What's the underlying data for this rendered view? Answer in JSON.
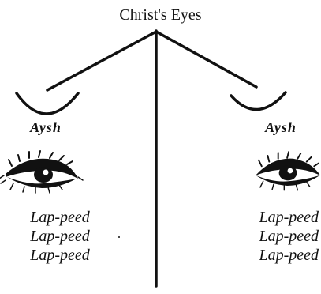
{
  "title": "Christ's Eyes",
  "eyes": [
    {
      "side": "left",
      "label": "Aysh"
    },
    {
      "side": "right",
      "label": "Aysh"
    }
  ],
  "words": {
    "left": [
      "Lap-peed",
      "Lap-peed",
      "Lap-peed"
    ],
    "right": [
      "Lap-peed",
      "Lap-peed",
      "Lap-peed"
    ]
  },
  "colors": {
    "ink": "#111111",
    "background": "#ffffff"
  }
}
